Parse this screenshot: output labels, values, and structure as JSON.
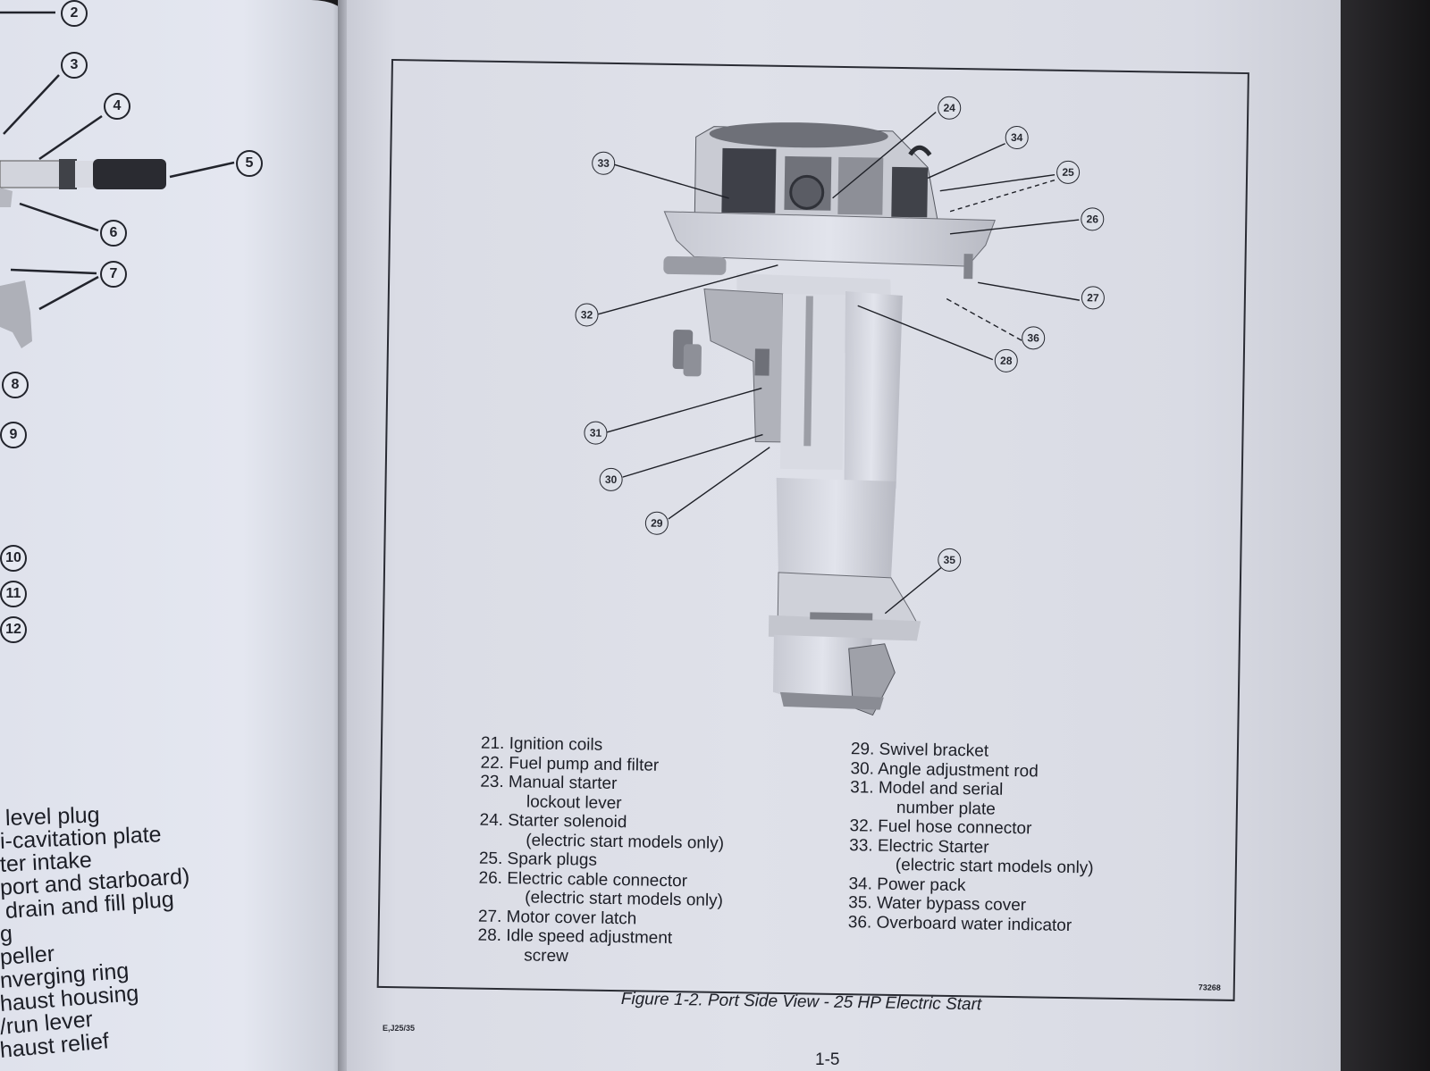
{
  "left_page": {
    "callouts": [
      "2",
      "3",
      "4",
      "5",
      "6",
      "7",
      "8",
      "9",
      "10",
      "11",
      "12"
    ],
    "legend_fragments": [
      "level plug",
      "i-cavitation plate",
      "ter intake",
      "port and starboard)",
      "drain and fill plug",
      "g",
      "peller",
      "nverging ring",
      "haust housing",
      "/run lever",
      "haust relief"
    ]
  },
  "figure": {
    "callouts": [
      "24",
      "34",
      "25",
      "33",
      "26",
      "27",
      "32",
      "36",
      "28",
      "31",
      "30",
      "29",
      "35"
    ],
    "legend_left": [
      {
        "text": "21. Ignition coils"
      },
      {
        "text": "22. Fuel pump and filter"
      },
      {
        "text": "23. Manual starter"
      },
      {
        "text": "lockout lever",
        "cont": true
      },
      {
        "text": "24. Starter solenoid"
      },
      {
        "text": "(electric start models only)",
        "cont": true
      },
      {
        "text": "25. Spark plugs"
      },
      {
        "text": "26. Electric cable connector"
      },
      {
        "text": "(electric start models only)",
        "cont": true
      },
      {
        "text": "27. Motor cover latch"
      },
      {
        "text": "28. Idle speed adjustment"
      },
      {
        "text": "screw",
        "cont": true
      }
    ],
    "legend_right": [
      {
        "text": "29. Swivel bracket"
      },
      {
        "text": "30. Angle adjustment rod"
      },
      {
        "text": "31. Model and serial"
      },
      {
        "text": "number plate",
        "cont": true
      },
      {
        "text": "32. Fuel hose connector"
      },
      {
        "text": "33. Electric Starter"
      },
      {
        "text": "(electric start models only)",
        "cont": true
      },
      {
        "text": "34. Power pack"
      },
      {
        "text": "35. Water bypass cover"
      },
      {
        "text": "36. Overboard water indicator"
      }
    ],
    "figure_number": "73268",
    "caption": "Figure 1-2. Port Side View - 25 HP Electric Start"
  },
  "footer": {
    "edition_code": "E,J25/35",
    "page_number": "1-5"
  }
}
